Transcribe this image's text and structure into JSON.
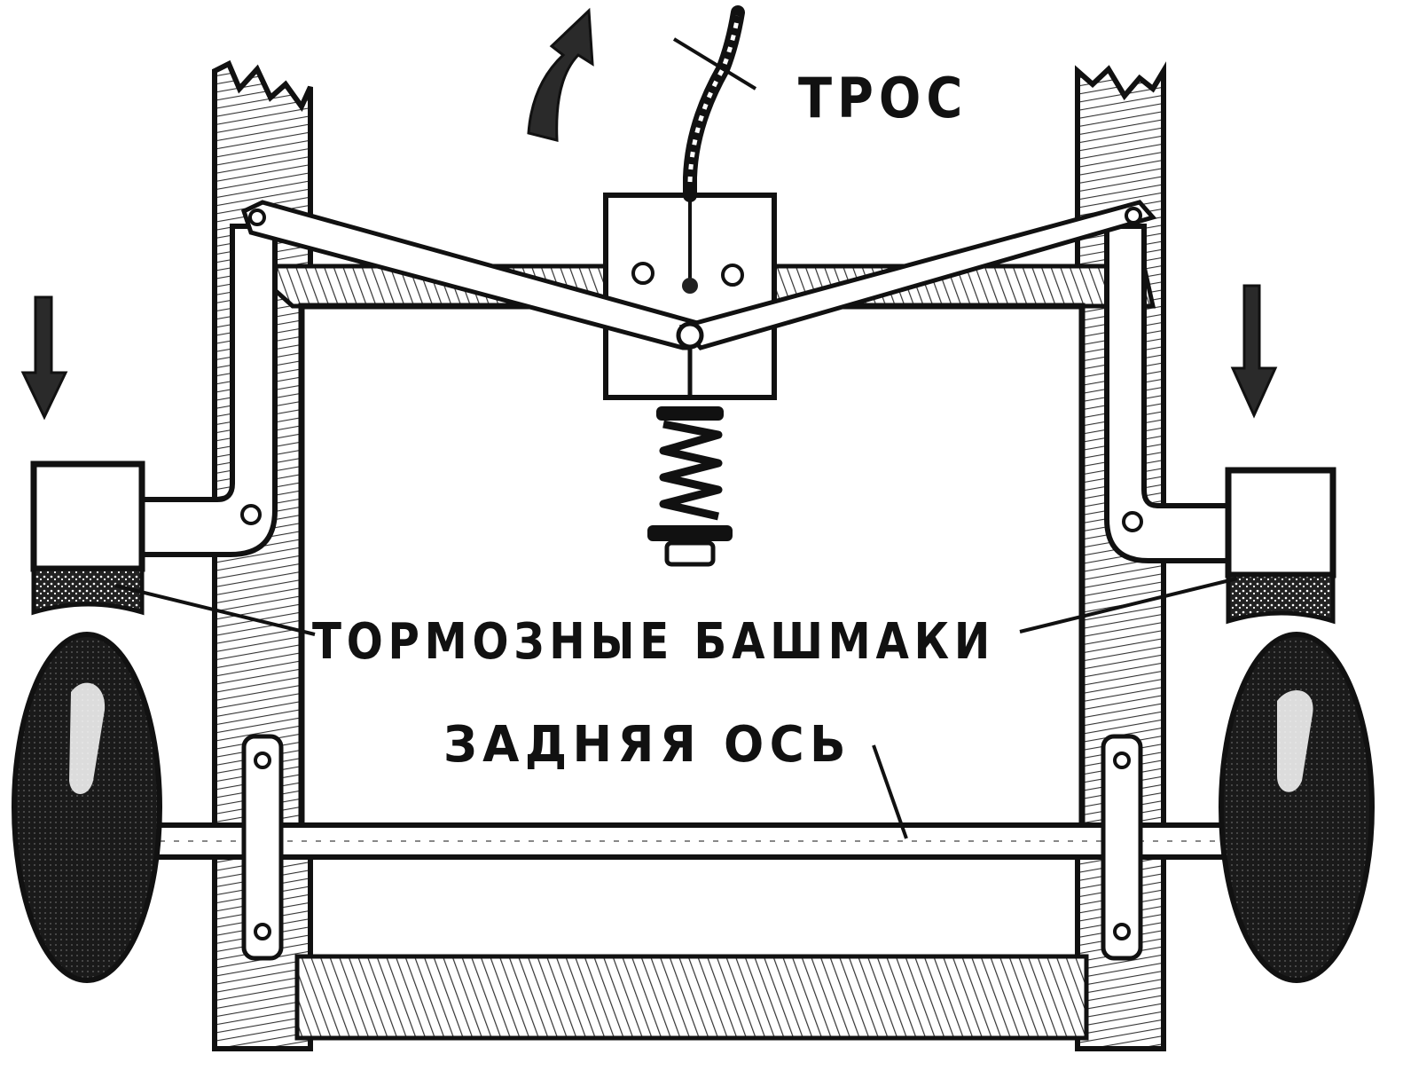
{
  "diagram": {
    "labels": {
      "cable": "ТРОС",
      "brake_shoes": "ТОРМОЗНЫЕ БАШМАКИ",
      "rear_axle": "ЗАДНЯЯ ОСЬ"
    },
    "colors": {
      "ink": "#111111",
      "wood_shade": "#444444",
      "tire": "#1a1a1a",
      "paper": "#ffffff"
    },
    "icons": {
      "pull_arrow": "arrow-up-right-icon",
      "shoe_press_arrow": "arrow-down-icon"
    }
  }
}
